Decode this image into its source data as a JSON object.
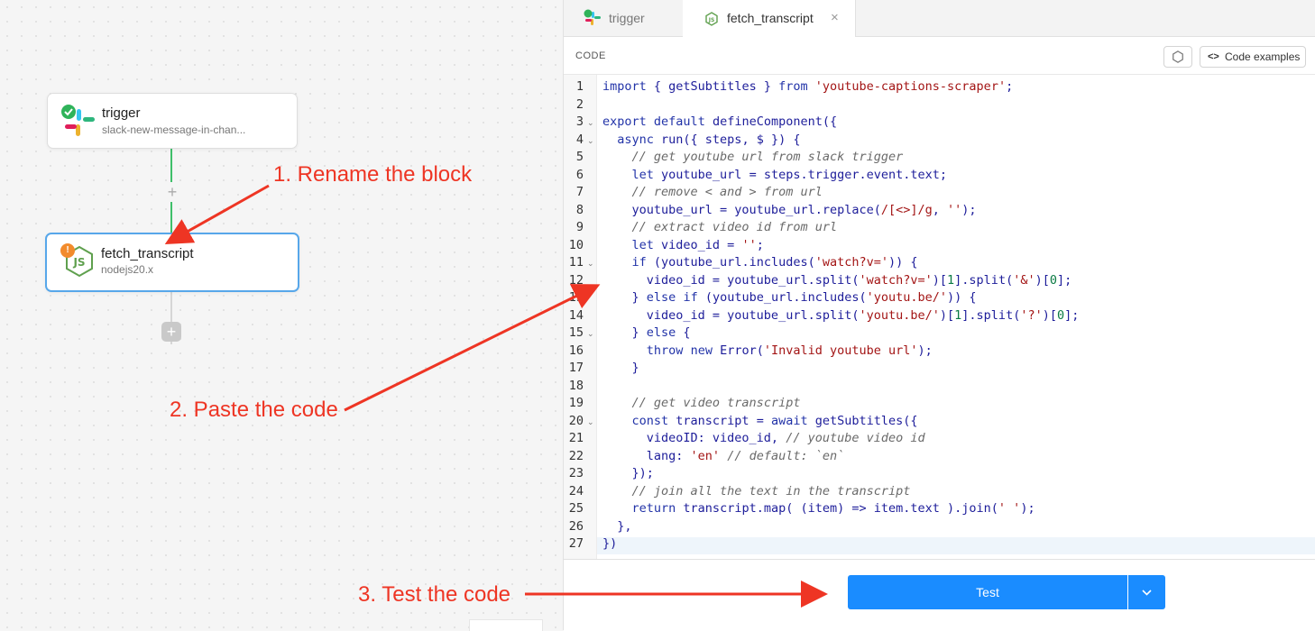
{
  "canvas": {
    "nodes": [
      {
        "title": "trigger",
        "subtitle": "slack-new-message-in-chan..."
      },
      {
        "title": "fetch_transcript",
        "subtitle": "nodejs20.x",
        "badge": "!"
      }
    ]
  },
  "annotations": {
    "step1": "1. Rename the block",
    "step2": "2. Paste the code",
    "step3": "3. Test the code",
    "color": "#ee3524"
  },
  "tabs": [
    {
      "label": "trigger"
    },
    {
      "label": "fetch_transcript",
      "close": "×"
    }
  ],
  "code_header": {
    "label": "CODE",
    "examples_button": "Code examples",
    "examples_icon": "<>"
  },
  "code": {
    "line_numbers": [
      "1",
      "2",
      "3",
      "4",
      "5",
      "6",
      "7",
      "8",
      "9",
      "10",
      "11",
      "12",
      "13",
      "14",
      "15",
      "16",
      "17",
      "18",
      "19",
      "20",
      "21",
      "22",
      "23",
      "24",
      "25",
      "26",
      "27"
    ],
    "lines": [
      "import { getSubtitles } from 'youtube-captions-scraper';",
      "",
      "export default defineComponent({",
      "  async run({ steps, $ }) {",
      "    // get youtube url from slack trigger",
      "    let youtube_url = steps.trigger.event.text;",
      "    // remove < and > from url",
      "    youtube_url = youtube_url.replace(/[<>]/g, '');",
      "    // extract video id from url",
      "    let video_id = '';",
      "    if (youtube_url.includes('watch?v=')) {",
      "      video_id = youtube_url.split('watch?v=')[1].split('&')[0];",
      "    } else if (youtube_url.includes('youtu.be/')) {",
      "      video_id = youtube_url.split('youtu.be/')[1].split('?')[0];",
      "    } else {",
      "      throw new Error('Invalid youtube url');",
      "    }",
      "",
      "    // get video transcript",
      "    const transcript = await getSubtitles({",
      "      videoID: video_id, // youtube video id",
      "      lang: 'en' // default: `en`",
      "    });",
      "    // join all the text in the transcript",
      "    return transcript.map( (item) => item.text ).join(' ');",
      "  },",
      "})"
    ],
    "fold_lines": [
      3,
      4,
      11,
      15,
      20
    ]
  },
  "footer": {
    "test_button": "Test",
    "dropdown_icon": "chevron-down-icon",
    "accent": "#1a8cff"
  }
}
